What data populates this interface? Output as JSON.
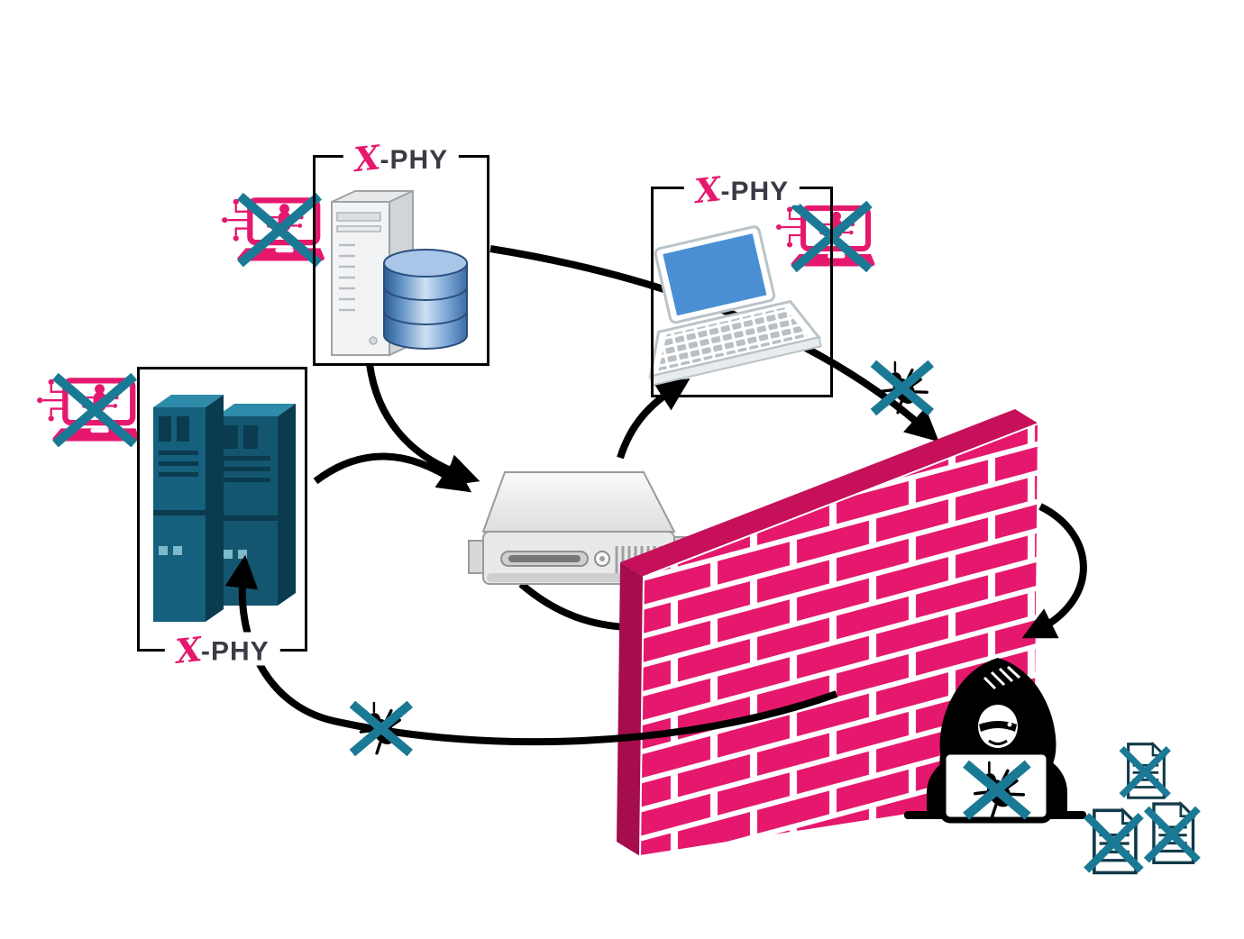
{
  "brand": {
    "x": "X",
    "rest": "-PHY"
  },
  "colors": {
    "accent-pink": "#E5186E",
    "blocked-teal": "#1A7A96",
    "logo-dark": "#3B3B46",
    "arrow-black": "#000000"
  },
  "icons": {
    "firewall": "pink-brick-firewall",
    "hacker": "hooded-hacker-with-laptop",
    "blocked_bug": "malware-bug-crossed-out",
    "blocked_files": "stolen-documents-crossed-out",
    "blocked_laptop": "infected-laptop-crossed-out",
    "database_server": "tower-server-with-database",
    "laptop": "protected-laptop",
    "server_rack": "teal-server-rack",
    "network_server": "central-network-appliance"
  }
}
